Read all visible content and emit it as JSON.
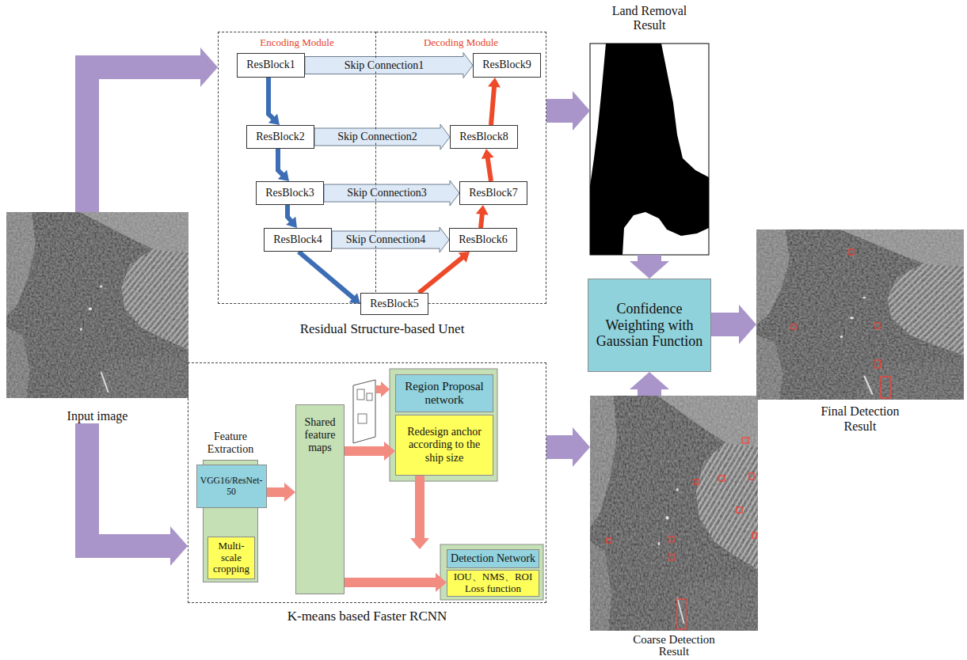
{
  "diagram": {
    "nodes": [
      {
        "text": [
          "Input image"
        ]
      },
      {
        "text": [
          "Residual Structure-based Unet"
        ]
      },
      {
        "text": [
          "Encoding Module"
        ],
        "in": 1
      },
      {
        "text": [
          "ResBlock1"
        ],
        "in": 2
      },
      {
        "text": [
          "ResBlock2"
        ],
        "in": 2
      },
      {
        "text": [
          "ResBlock3"
        ],
        "in": 2
      },
      {
        "text": [
          "ResBlock4"
        ],
        "in": 2
      },
      {
        "text": [
          "Decoding Module"
        ],
        "in": 1
      },
      {
        "text": [
          "ResBlock9"
        ],
        "in": 7
      },
      {
        "text": [
          "ResBlock8"
        ],
        "in": 7
      },
      {
        "text": [
          "ResBlock7"
        ],
        "in": 7
      },
      {
        "text": [
          "ResBlock6"
        ],
        "in": 7
      },
      {
        "text": [
          "ResBlock5"
        ],
        "in": 1
      },
      {
        "text": [
          "Land Removal Result"
        ]
      },
      {
        "text": [
          "Confidence Weighting with Gaussian Function"
        ]
      },
      {
        "text": [
          "Final Detection Result"
        ]
      },
      {
        "text": [
          "K-means based Faster RCNN"
        ]
      },
      {
        "text": [
          "Feature Extraction"
        ],
        "in": 16
      },
      {
        "text": [
          "VGG16/ResNet-50"
        ],
        "in": 17
      },
      {
        "text": [
          "Multi-scale cropping"
        ],
        "in": 17
      },
      {
        "text": [
          "Shared feature maps"
        ],
        "in": 16
      },
      {
        "text": [
          "Region Proposal network"
        ],
        "in": 16
      },
      {
        "text": [
          "Redesign anchor according to the ship size"
        ],
        "in": 16
      },
      {
        "text": [
          "Detection Network"
        ],
        "in": 16
      },
      {
        "text": [
          "IOU、NMS、ROI Loss function"
        ],
        "in": 16
      },
      {
        "text": [
          "Coarse Detection Result"
        ]
      }
    ],
    "edges": [
      {
        "from": 0,
        "to": 1,
        "arrow": "to"
      },
      {
        "from": 0,
        "to": 16,
        "arrow": "to"
      },
      {
        "from": 1,
        "to": 13,
        "arrow": "to"
      },
      {
        "from": 13,
        "to": 14,
        "arrow": "to"
      },
      {
        "from": 25,
        "to": 14,
        "arrow": "to"
      },
      {
        "from": 14,
        "to": 15,
        "arrow": "to"
      },
      {
        "from": 16,
        "to": 25,
        "arrow": "to"
      },
      {
        "from": 3,
        "to": 4,
        "arrow": "to"
      },
      {
        "from": 4,
        "to": 5,
        "arrow": "to"
      },
      {
        "from": 5,
        "to": 6,
        "arrow": "to"
      },
      {
        "from": 6,
        "to": 12,
        "arrow": "to"
      },
      {
        "from": 12,
        "to": 11,
        "arrow": "to"
      },
      {
        "from": 11,
        "to": 10,
        "arrow": "to"
      },
      {
        "from": 10,
        "to": 9,
        "arrow": "to"
      },
      {
        "from": 9,
        "to": 8,
        "arrow": "to"
      },
      {
        "from": 3,
        "to": 8,
        "label": "Skip Connection1",
        "arrow": "to"
      },
      {
        "from": 4,
        "to": 9,
        "label": "Skip Connection2",
        "arrow": "to"
      },
      {
        "from": 5,
        "to": 10,
        "label": "Skip Connection3",
        "arrow": "to"
      },
      {
        "from": 6,
        "to": 11,
        "label": "Skip Connection4",
        "arrow": "to"
      },
      {
        "from": 17,
        "to": 20,
        "arrow": "to"
      },
      {
        "from": 20,
        "to": 22,
        "arrow": "to"
      },
      {
        "from": 20,
        "to": 24,
        "arrow": "to"
      },
      {
        "from": 22,
        "to": 23,
        "arrow": "to"
      }
    ]
  }
}
